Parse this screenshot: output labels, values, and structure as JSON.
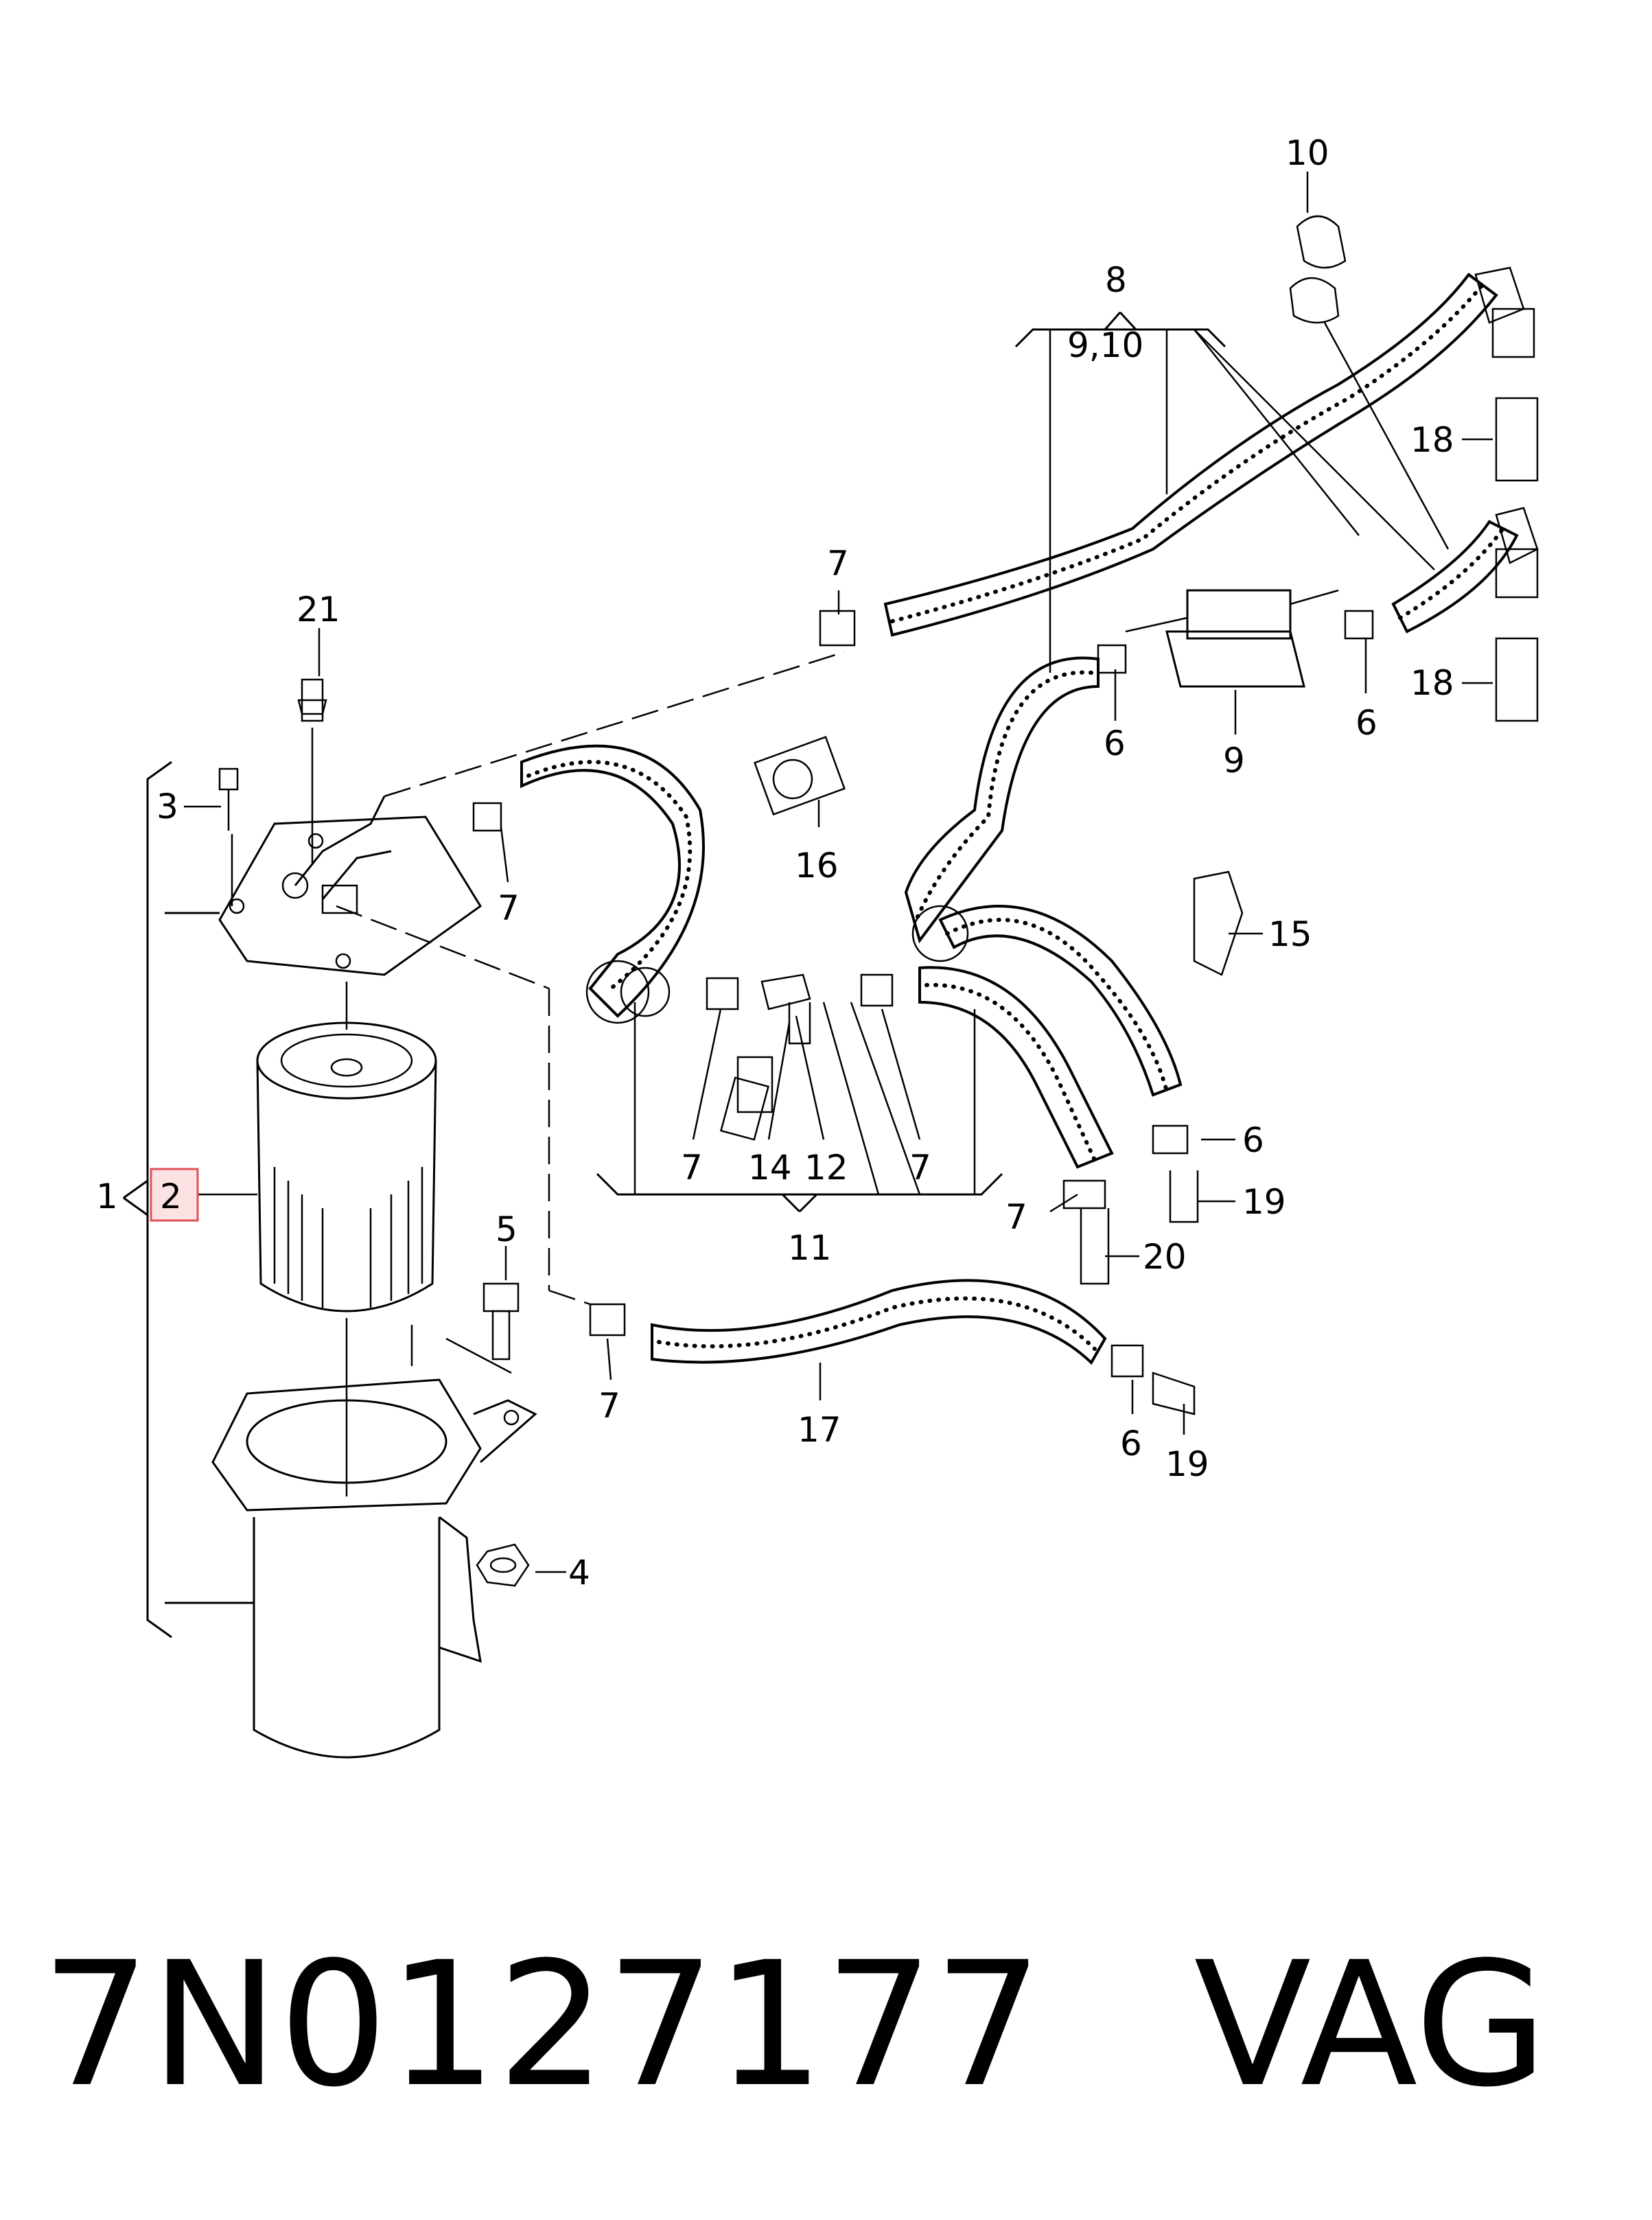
{
  "callouts": {
    "c1": "1",
    "c2": "2",
    "c3": "3",
    "c4": "4",
    "c5": "5",
    "c6a": "6",
    "c6b": "6",
    "c6c": "6",
    "c6d": "6",
    "c7a": "7",
    "c7b": "7",
    "c7c": "7",
    "c7d": "7",
    "c7e": "7",
    "c7f": "7",
    "c8": "8",
    "c8sub": "9,10",
    "c9": "9",
    "c10": "10",
    "c11": "11",
    "c12": "12",
    "c14": "14",
    "c15": "15",
    "c16": "16",
    "c17": "17",
    "c18a": "18",
    "c18b": "18",
    "c19a": "19",
    "c19b": "19",
    "c20": "20",
    "c21": "21"
  },
  "footer": {
    "part_number": "7N0127177",
    "brand": "VAG"
  },
  "colors": {
    "highlight_fill": "#fde2e4",
    "highlight_stroke": "#e0505a"
  }
}
